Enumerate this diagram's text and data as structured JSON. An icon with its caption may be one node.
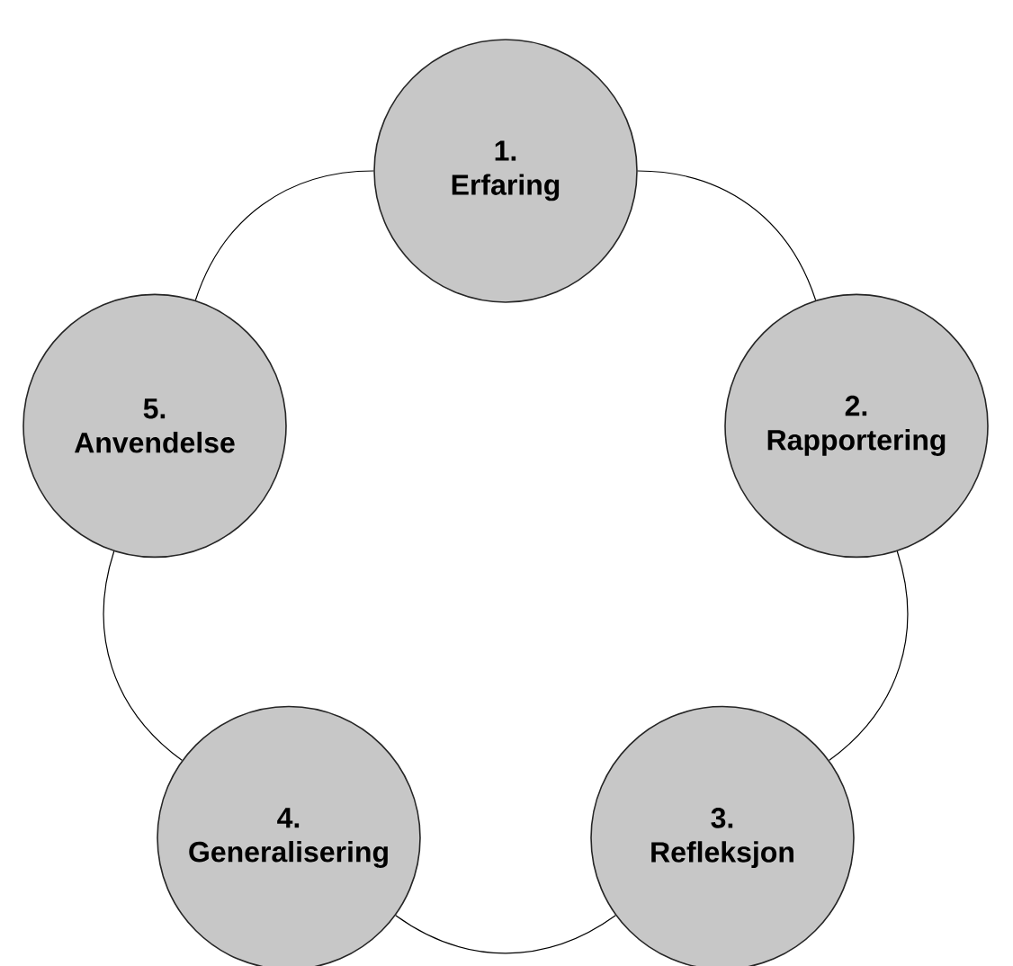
{
  "diagram": {
    "nodes": [
      {
        "text": [
          "1.",
          "Erfaring"
        ]
      },
      {
        "text": [
          "2.",
          "Rapportering"
        ]
      },
      {
        "text": [
          "3.",
          "Refleksjon"
        ]
      },
      {
        "text": [
          "4.",
          "Generalisering"
        ]
      },
      {
        "text": [
          "5.",
          "Anvendelse"
        ]
      }
    ],
    "edges": [
      {
        "from": 0,
        "to": 1,
        "arrow": "none"
      },
      {
        "from": 1,
        "to": 2,
        "arrow": "none"
      },
      {
        "from": 2,
        "to": 3,
        "arrow": "none"
      },
      {
        "from": 3,
        "to": 4,
        "arrow": "none"
      },
      {
        "from": 4,
        "to": 0,
        "arrow": "none"
      }
    ]
  }
}
